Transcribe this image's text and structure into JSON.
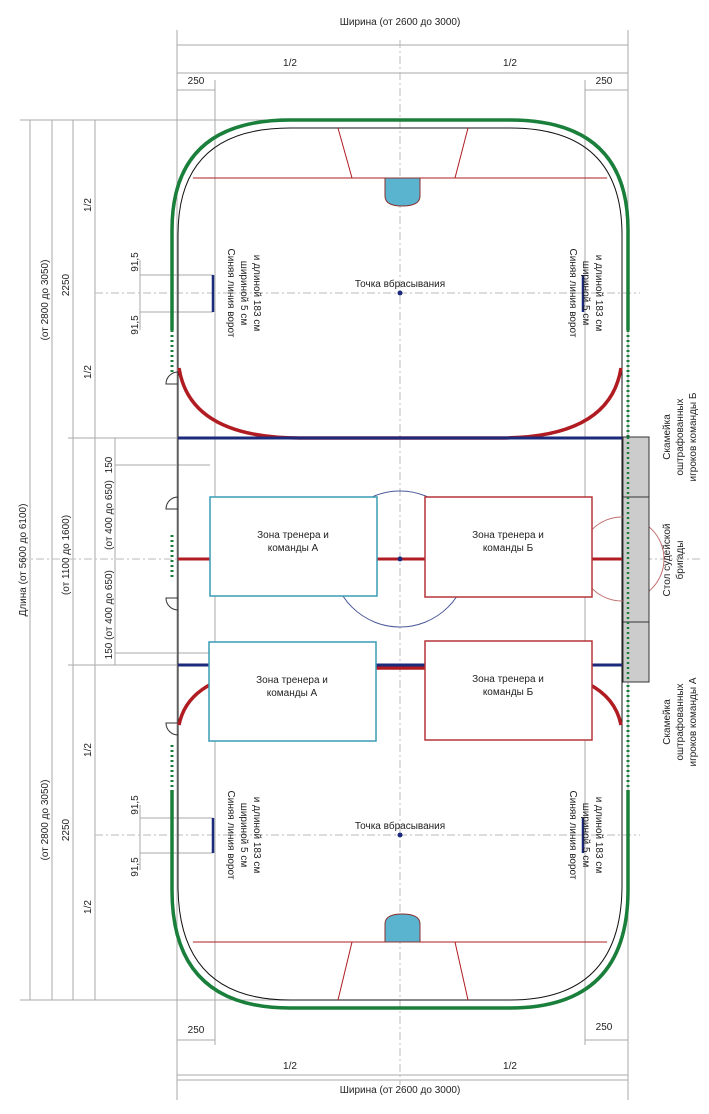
{
  "dimensions": {
    "width_total": "Ширина (от 2600 до 3000)",
    "half": "1/2",
    "offset_250": "250",
    "length_total": "Длина (от 5600 до 6100)",
    "half_length": "(от 2800 до 3050)",
    "neutral_zone": "(от 1100 до 1600)",
    "zone_2250": "2250",
    "dist_150": "150",
    "coach_zone": "(от 400 до 650)",
    "dist_91_5": "91,5"
  },
  "labels": {
    "faceoff_point": "Точка вбрасывания",
    "blue_goal_line": [
      "Синяя линия ворот",
      "шириной 5 см",
      "и длиной 183 см"
    ],
    "coach_zone_a": [
      "Зона тренера и",
      "команды А"
    ],
    "coach_zone_b": [
      "Зона тренера и",
      "команды Б"
    ],
    "penalty_bench_b": [
      "Скамейка",
      "оштрафованных",
      "игроков команды Б"
    ],
    "referee_table": [
      "Стол судейской",
      "бригады"
    ],
    "penalty_bench_a": [
      "Скамейка",
      "оштрафованных",
      "игроков команды А"
    ]
  },
  "colors": {
    "boards_green": "#1a7f3a",
    "red_line": "#b01c22",
    "blue_line": "#1b2a7a",
    "crease": "#5ab4cf",
    "zone_a": "#3a9bb5",
    "zone_b": "#b5353a",
    "table": "#cccccc"
  }
}
